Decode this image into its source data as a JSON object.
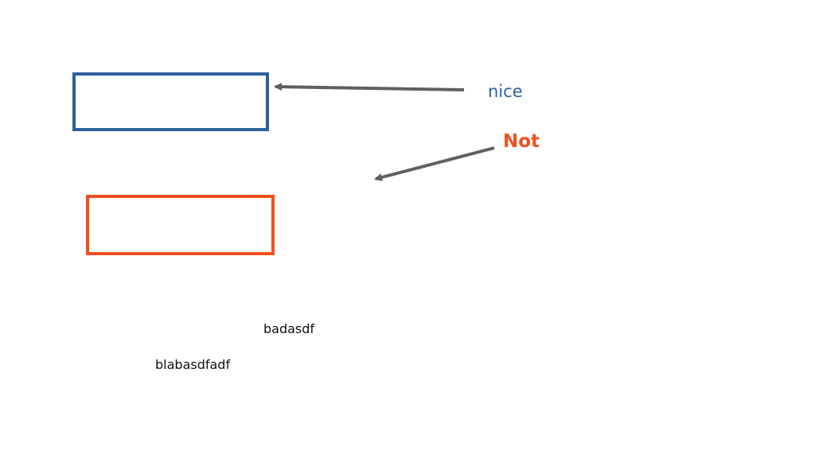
{
  "labels": {
    "nice": "nice",
    "not": "Not"
  },
  "texts": {
    "badasdf": "badasdf",
    "blabasdfadf": "blabasdfadf"
  },
  "colors": {
    "blue": "#2f5f9e",
    "orange": "#f0501e",
    "arrow": "#606060",
    "text": "#111111",
    "background": "#ffffff"
  }
}
